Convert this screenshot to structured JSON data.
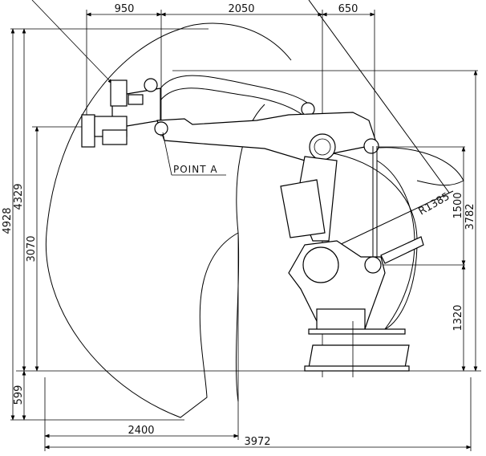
{
  "drawing": {
    "title": "Robot working range side view",
    "top_dimensions": [
      "950",
      "2050",
      "650"
    ],
    "left_dimensions": [
      "4928",
      "4329",
      "3070",
      "599"
    ],
    "right_dimensions": [
      "3782",
      "1500",
      "1320"
    ],
    "bottom_dimensions": [
      "2400",
      "3972"
    ],
    "radius_label": "R1385",
    "point_label": "POINT A"
  }
}
